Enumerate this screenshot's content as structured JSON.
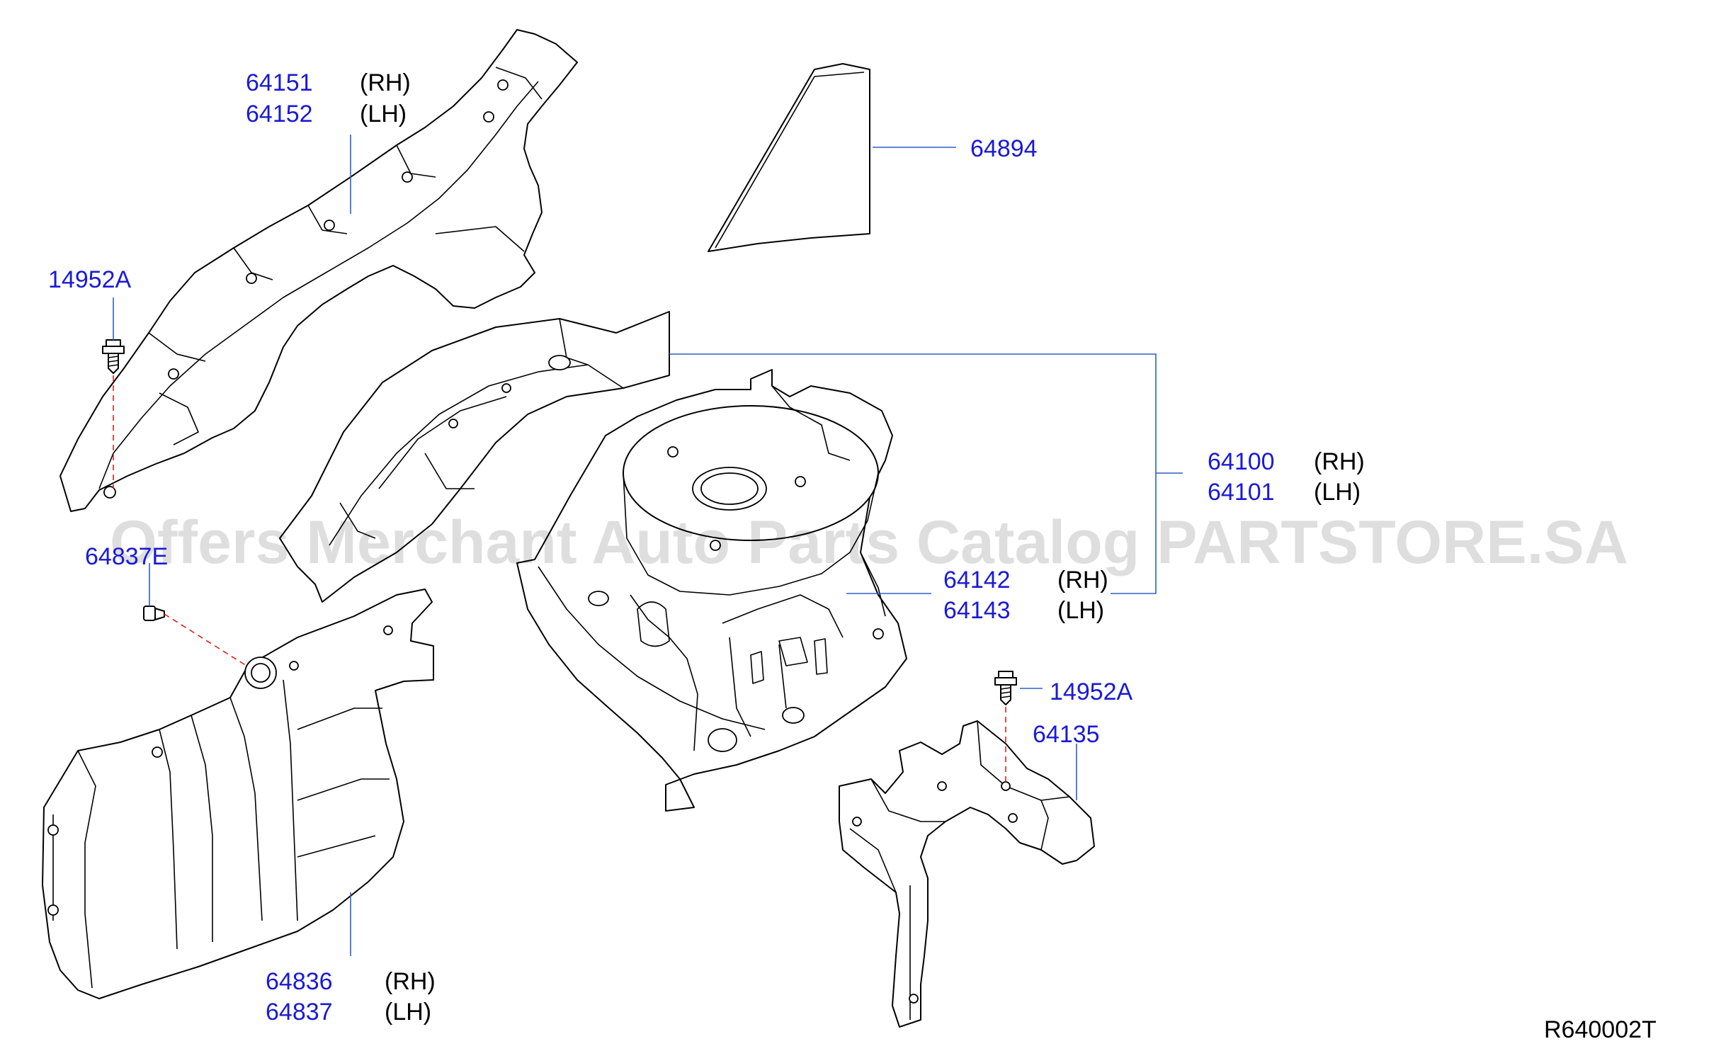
{
  "diagram": {
    "watermark": "Offers Merchant Auto Parts Catalog PARTSTORE.SA",
    "reference_code": "R640002T",
    "callouts": {
      "upper_rail": {
        "part_rh": "64151",
        "part_lh": "64152",
        "side_rh": "(RH)",
        "side_lh": "(LH)"
      },
      "gusset": {
        "part": "64894"
      },
      "housing_assembly": {
        "part_rh": "64100",
        "part_lh": "64101",
        "side_rh": "(RH)",
        "side_lh": "(LH)"
      },
      "housing_panel": {
        "part_rh": "64142",
        "part_lh": "64143",
        "side_rh": "(RH)",
        "side_lh": "(LH)"
      },
      "bolt_upper": {
        "part": "14952A"
      },
      "screw": {
        "part": "64837E"
      },
      "bolt_lower": {
        "part": "14952A"
      },
      "bracket": {
        "part": "64135"
      },
      "splash_guard": {
        "part_rh": "64836",
        "part_lh": "64837",
        "side_rh": "(RH)",
        "side_lh": "(LH)"
      }
    },
    "colors": {
      "part_number": "#1a1ad6",
      "leader_line": "#2f5fc4",
      "center_line": "#e0201c",
      "outline": "#000000"
    }
  }
}
